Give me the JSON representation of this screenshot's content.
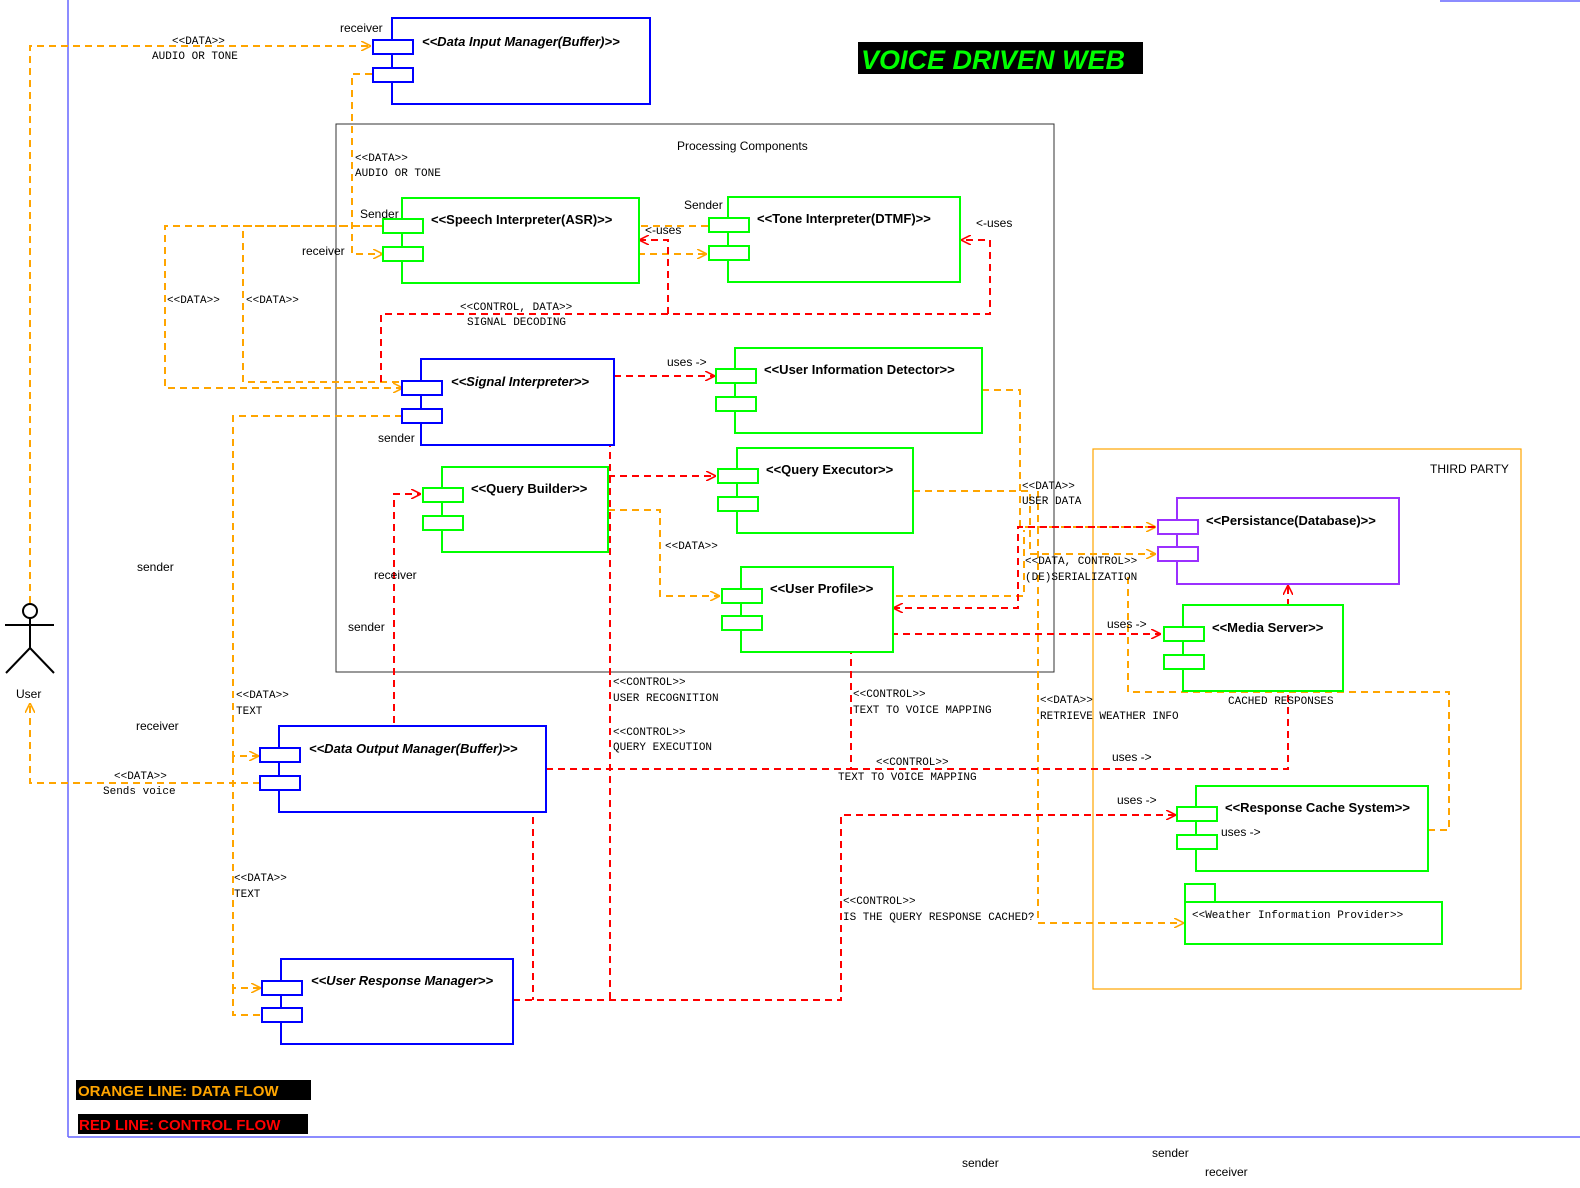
{
  "title": "VOICE DRIVEN WEB",
  "colors": {
    "data_flow": "#ffa500",
    "control_flow": "#ff0000",
    "internal_component": "#00ff00",
    "io_component": "#0000ff",
    "database": "#9b30ff",
    "boundary": "#6666ff",
    "title_bg": "#000000",
    "title_fg": "#00ff00"
  },
  "actor": {
    "name": "User"
  },
  "packages": {
    "processing": "Processing Components",
    "third_party": "THIRD PARTY"
  },
  "components": {
    "data_input_manager": "<<Data Input Manager(Buffer)>>",
    "speech_interpreter": "<<Speech Interpreter(ASR)>>",
    "tone_interpreter": "<<Tone Interpreter(DTMF)>>",
    "signal_interpreter": "<<Signal Interpreter>>",
    "user_info_detector": "<<User Information Detector>>",
    "query_builder": "<<Query Builder>>",
    "query_executor": "<<Query Executor>>",
    "user_profile": "<<User Profile>>",
    "data_output_manager": "<<Data Output Manager(Buffer)>>",
    "user_response_manager": "<<User Response Manager>>",
    "persistance": "<<Persistance(Database)>>",
    "media_server": "<<Media Server>>",
    "response_cache": "<<Response Cache System>>",
    "weather_provider": "<<Weather Information Provider>>"
  },
  "labels": {
    "receiver_dim": "receiver",
    "data_audio_1a": "<<DATA>>",
    "data_audio_1b": "AUDIO OR TONE",
    "data_audio_2a": "<<DATA>>",
    "data_audio_2b": "AUDIO OR TONE",
    "sender_asr": "Sender",
    "receiver_asr": "receiver",
    "sender_dtmf": "Sender",
    "uses_asr": "<-uses",
    "uses_dtmf": "<-uses",
    "data_left_1": "<<DATA>>",
    "data_left_2": "<<DATA>>",
    "control_decoding_a": "<<CONTROL, DATA>>",
    "control_decoding_b": "SIGNAL DECODING",
    "uses_uid": "uses ->",
    "sender_signal": "sender",
    "data_userdata_a": "<<DATA>>",
    "data_userdata_b": "USER DATA",
    "data_qb": "<<DATA>>",
    "data_control_ser_a": "<<DATA, CONTROL>>",
    "data_control_ser_b": "(DE)SERIALIZATION",
    "uses_media": "uses ->",
    "cached_responses": "CACHED RESPONSES",
    "sender_left_1": "sender",
    "receiver_qb": "receiver",
    "sender_left_2": "sender",
    "receiver_left": "receiver",
    "control_userrec_a": "<<CONTROL>>",
    "control_userrec_b": "USER RECOGNITION",
    "control_qexec_a": "<<CONTROL>>",
    "control_qexec_b": "QUERY EXECUTION",
    "control_ttv1_a": "<<CONTROL>>",
    "control_ttv1_b": "TEXT TO VOICE MAPPING",
    "data_weather_a": "<<DATA>>",
    "data_weather_b": "RETRIEVE WEATHER INFO",
    "control_ttv2_a": "<<CONTROL>>",
    "control_ttv2_b": "TEXT TO VOICE MAPPING",
    "uses_db": "uses ->",
    "uses_cache_1": "uses ->",
    "uses_cache_2": "uses ->",
    "data_text_1a": "<<DATA>>",
    "data_text_1b": "TEXT",
    "data_sends_a": "<<DATA>>",
    "data_sends_b": "Sends voice",
    "data_text_2a": "<<DATA>>",
    "data_text_2b": "TEXT",
    "control_cached_a": "<<CONTROL>>",
    "control_cached_b": "IS THE QUERY RESPONSE CACHED?",
    "sender_bottom_1": "sender",
    "sender_bottom_2": "sender",
    "receiver_bottom": "receiver"
  },
  "legend": {
    "orange": "ORANGE LINE: DATA  FLOW",
    "red": "RED LINE: CONTROL FLOW"
  }
}
